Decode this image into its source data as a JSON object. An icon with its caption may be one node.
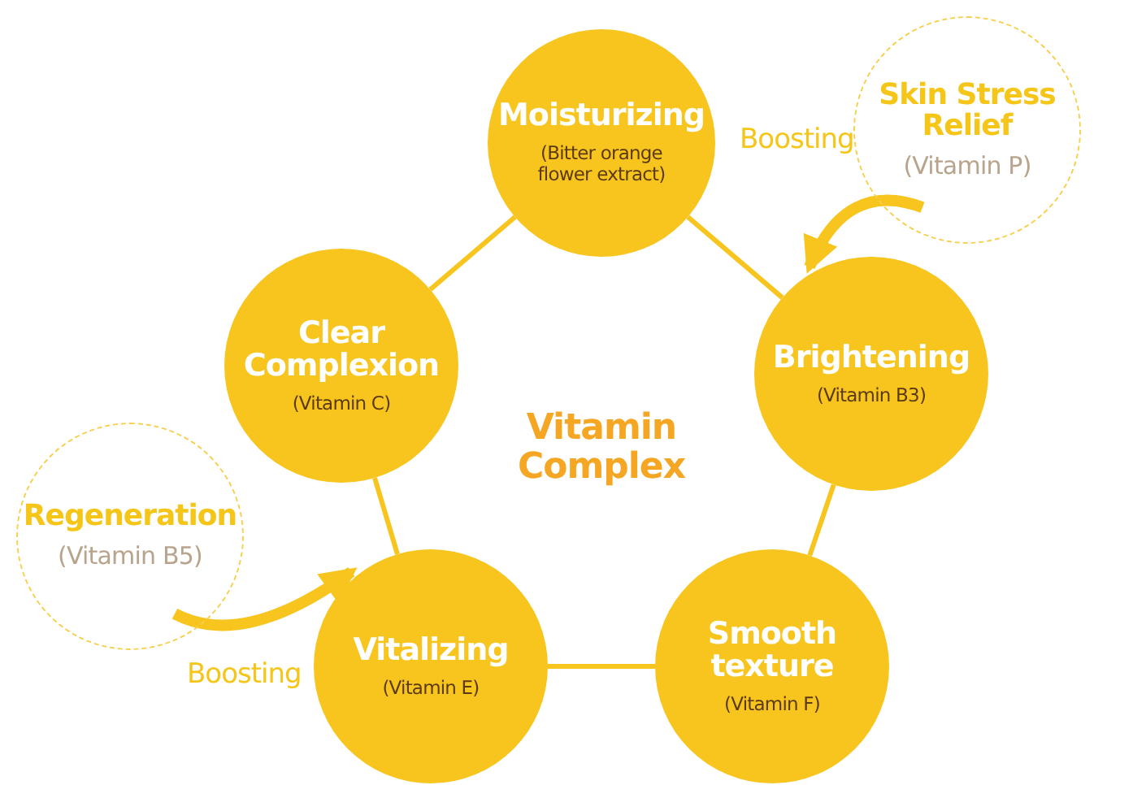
{
  "diagram": {
    "nodes": [
      {
        "text": [
          "Vitamin Complex"
        ]
      },
      {
        "text": [
          "Moisturizing",
          "(Bitter orange flower extract)"
        ]
      },
      {
        "text": [
          "Brightening",
          "(Vitamin B3)"
        ]
      },
      {
        "text": [
          "Smooth texture",
          "(Vitamin F)"
        ]
      },
      {
        "text": [
          "Vitalizing",
          "(Vitamin E)"
        ]
      },
      {
        "text": [
          "Clear Complexion",
          "(Vitamin C)"
        ]
      },
      {
        "text": [
          "Skin Stress Relief",
          "(Vitamin P)"
        ]
      },
      {
        "text": [
          "Regeneration",
          "(Vitamin B5)"
        ]
      }
    ],
    "edges": [
      {
        "from": 1,
        "to": 2,
        "arrow": "none"
      },
      {
        "from": 2,
        "to": 3,
        "arrow": "none"
      },
      {
        "from": 3,
        "to": 4,
        "arrow": "none"
      },
      {
        "from": 4,
        "to": 5,
        "arrow": "none"
      },
      {
        "from": 5,
        "to": 1,
        "arrow": "none"
      },
      {
        "from": 6,
        "to": 2,
        "arrow": "to",
        "style": "thick"
      },
      {
        "from": 7,
        "to": 4,
        "arrow": "to",
        "style": "thick"
      }
    ],
    "labels": [
      "Boosting",
      "Boosting"
    ]
  }
}
